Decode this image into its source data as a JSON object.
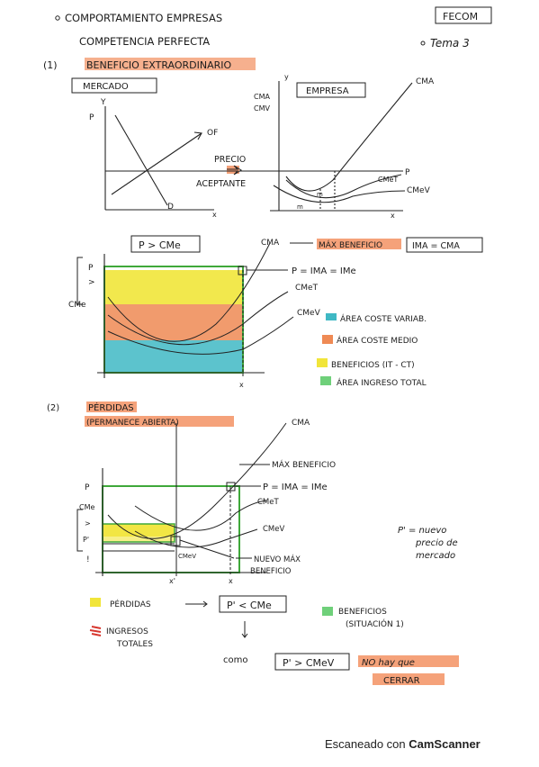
{
  "header": {
    "title_line1": "COMPORTAMIENTO EMPRESAS",
    "title_line2": "COMPETENCIA PERFECTA",
    "box_label": "FECOM",
    "tema": "Tema 3"
  },
  "section1": {
    "number": "(1)",
    "title": "BENEFICIO EXTRAORDINARIO",
    "market_label": "MERCADO",
    "firm_label": "EMPRESA",
    "market_axis": [
      "Y",
      "P",
      "OF",
      "D",
      "x"
    ],
    "price_taker": [
      "PRECIO",
      "ACEPTANTE"
    ],
    "firm_axis": [
      "y",
      "CMA",
      "CMV",
      "CMA",
      "P",
      "CMeT",
      "CMeV",
      "m",
      "x"
    ],
    "condition": "P > CMe",
    "max_label": "MÁX BENEFICIO",
    "max_formula": "IMA = CMA",
    "price_eq": "P = IMA = IMe",
    "axis_labels": [
      "P",
      ">",
      "CMe",
      "x"
    ],
    "curve_labels": [
      "CMA",
      "CMeT",
      "CMeV"
    ],
    "legend": [
      {
        "text": "ÁREA COSTE VARIAB.",
        "color": "#3fb8c4"
      },
      {
        "text": "ÁREA COSTE MEDIO",
        "color": "#ef8a54"
      },
      {
        "text": "BENEFICIOS (IT - CT)",
        "color": "#f1e53a"
      },
      {
        "text": "ÁREA INGRESO TOTAL",
        "color": "#6fd07a"
      }
    ]
  },
  "section2": {
    "number": "(2)",
    "title": "PÉRDIDAS",
    "subtitle": "(PERMANECE ABIERTA)",
    "curve_labels": [
      "CMA",
      "CMeT",
      "CMeV"
    ],
    "max_label": "MÁX BENEFICIO",
    "price_eq": "P = IMA = IMe",
    "axis_labels": [
      "P",
      "CMe",
      ">",
      "P'",
      "!",
      "x'",
      "x"
    ],
    "new_max": [
      "NUEVO MÁX",
      "BENEFICIO"
    ],
    "cmev_small": "CMeV",
    "note": [
      "P' = nuevo",
      "precio de",
      "mercado"
    ],
    "legend_losses": "PÉRDIDAS",
    "loss_condition": "P' < CMe",
    "legend_benefits": [
      "BENEFICIOS",
      "(SITUACIÓN 1)"
    ],
    "legend_income": [
      "INGRESOS",
      "TOTALES"
    ],
    "como": "como",
    "como_condition": "P' > CMeV",
    "conclusion": [
      "NO hay que",
      "CERRAR"
    ]
  },
  "footer": {
    "scanner_prefix": "Escaneado con",
    "scanner_brand": "CamScanner"
  },
  "colors": {
    "green": "#3fa83a",
    "orange": "#ef8a54",
    "yellow": "#f1e53a",
    "cyan": "#3fb8c4",
    "red": "#d7362e",
    "highlight": "#f5a27a"
  }
}
